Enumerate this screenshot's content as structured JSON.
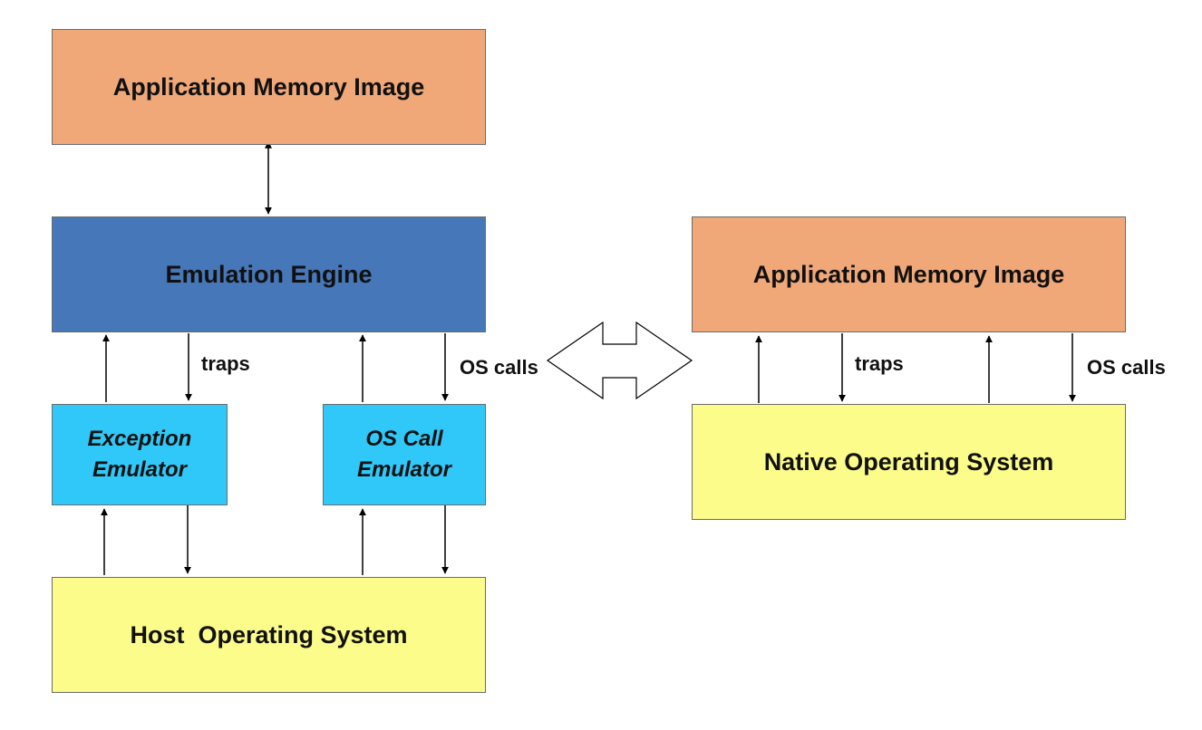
{
  "left": {
    "app_memory": "Application Memory Image",
    "engine": "Emulation Engine",
    "exception_emulator": "Exception\nEmulator",
    "os_call_emulator": "OS Call\nEmulator",
    "host_os": "Host  Operating System",
    "traps_label": "traps",
    "os_calls_label": "OS calls"
  },
  "right": {
    "app_memory": "Application Memory Image",
    "native_os": "Native Operating System",
    "traps_label": "traps",
    "os_calls_label": "OS calls"
  },
  "colors": {
    "memory": "#f0a878",
    "engine": "#4677b8",
    "emulator": "#30c8f8",
    "os": "#fbfc8a"
  }
}
